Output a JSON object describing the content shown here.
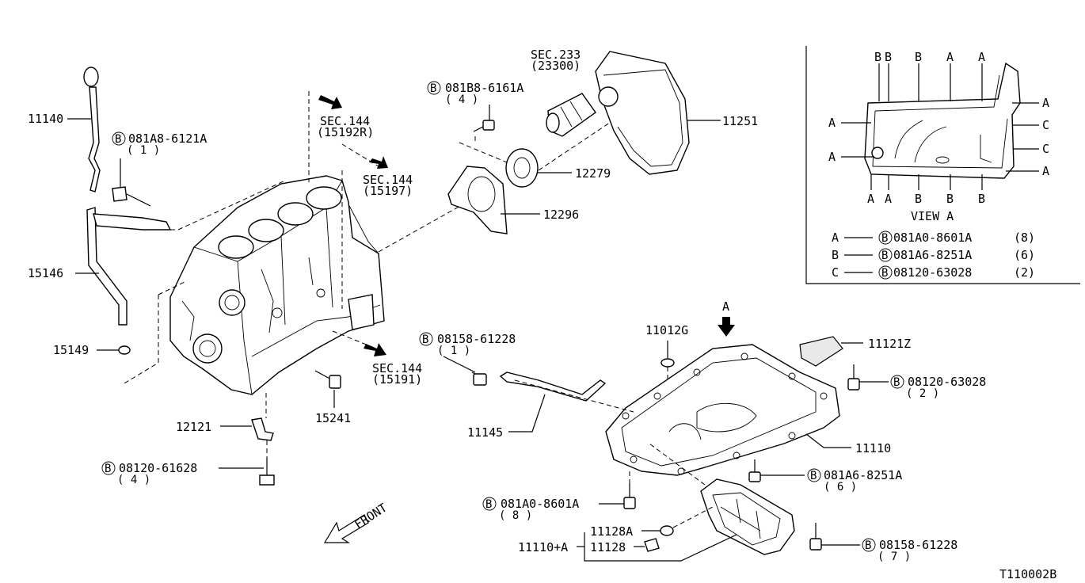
{
  "drawing_id": "T110002B",
  "front_label": "FRONT",
  "view_a": {
    "title": "VIEW A",
    "top_markers": [
      "B",
      "B",
      "B",
      "A",
      "A"
    ],
    "bottom_markers": [
      "A",
      "A",
      "B",
      "B",
      "B"
    ],
    "left_markers": [
      "A",
      "A"
    ],
    "right_markers": [
      "A",
      "C",
      "C",
      "A"
    ],
    "legend": [
      {
        "key": "A",
        "part": "081A0-8601A",
        "qty": "(8)"
      },
      {
        "key": "B",
        "part": "081A6-8251A",
        "qty": "(6)"
      },
      {
        "key": "C",
        "part": "08120-63028",
        "qty": "(2)"
      }
    ]
  },
  "view_arrow_label": "A",
  "bolt_marker": "B",
  "labels": {
    "p11140": "11140",
    "p081a8": "081A8-6121A",
    "p081a8_qty": "( 1 )",
    "p15146": "15146",
    "p15149": "15149",
    "sec144_a": "SEC.144",
    "sec144_a_ref": "(15192R)",
    "sec144_b": "SEC.144",
    "sec144_b_ref": "(15197)",
    "sec144_c": "SEC.144",
    "sec144_c_ref": "(15191)",
    "sec233": "SEC.233",
    "sec233_ref": "(23300)",
    "p081b8": "081B8-6161A",
    "p081b8_qty": "( 4 )",
    "p11251": "11251",
    "p12279": "12279",
    "p12296": "12296",
    "p15241": "15241",
    "p12121": "12121",
    "p08120_61628": "08120-61628",
    "p08120_61628_qty": "( 4 )",
    "p08158_top": "08158-61228",
    "p08158_top_qty": "( 1 )",
    "p11145": "11145",
    "p11012g": "11012G",
    "p11121z": "11121Z",
    "p08120_63028": "08120-63028",
    "p08120_63028_qty": "( 2 )",
    "p11110": "11110",
    "p081a6": "081A6-8251A",
    "p081a6_qty": "( 6 )",
    "p081a0": "081A0-8601A",
    "p081a0_qty": "( 8 )",
    "p11128a": "11128A",
    "p11128": "11128",
    "p11110a": "11110+A",
    "p08158_bot": "08158-61228",
    "p08158_bot_qty": "( 7 )"
  }
}
